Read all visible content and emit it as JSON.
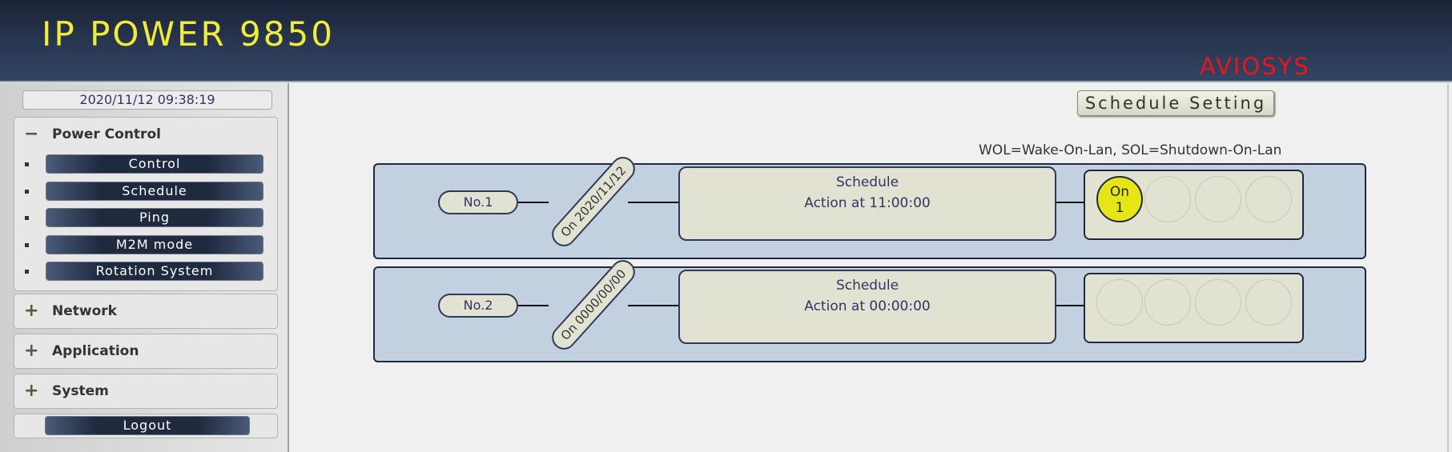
{
  "header": {
    "title": "IP POWER 9850",
    "brand": "AVIOSYS"
  },
  "sidebar": {
    "datetime": "2020/11/12 09:38:19",
    "sections": {
      "power_control": {
        "label": "Power Control",
        "toggle": "−",
        "items": [
          "Control",
          "Schedule",
          "Ping",
          "M2M mode",
          "Rotation System"
        ]
      },
      "network": {
        "label": "Network",
        "toggle": "+"
      },
      "application": {
        "label": "Application",
        "toggle": "+"
      },
      "system": {
        "label": "System",
        "toggle": "+"
      }
    },
    "logout_label": "Logout"
  },
  "main": {
    "button_label": "Schedule Setting",
    "legend": "WOL=Wake-On-Lan, SOL=Shutdown-On-Lan",
    "schedules": [
      {
        "number": "No.1",
        "date": "On 2020/11/12",
        "title": "Schedule",
        "action": "Action at 11:00:00",
        "outlets": [
          {
            "state": "on",
            "label_top": "On",
            "label_bottom": "1"
          },
          {
            "state": "empty"
          },
          {
            "state": "empty"
          },
          {
            "state": "empty"
          }
        ]
      },
      {
        "number": "No.2",
        "date": "On 0000/00/00",
        "title": "Schedule",
        "action": "Action at 00:00:00",
        "outlets": [
          {
            "state": "empty"
          },
          {
            "state": "empty"
          },
          {
            "state": "empty"
          },
          {
            "state": "empty"
          }
        ]
      }
    ]
  },
  "colors": {
    "title": "#f0ec3a",
    "brand": "#e8161b",
    "header_bg": "#2a3954",
    "block_bg": "#c2d0e0",
    "pill_bg": "#e2e2d2",
    "outlet_on": "#e6e616"
  }
}
